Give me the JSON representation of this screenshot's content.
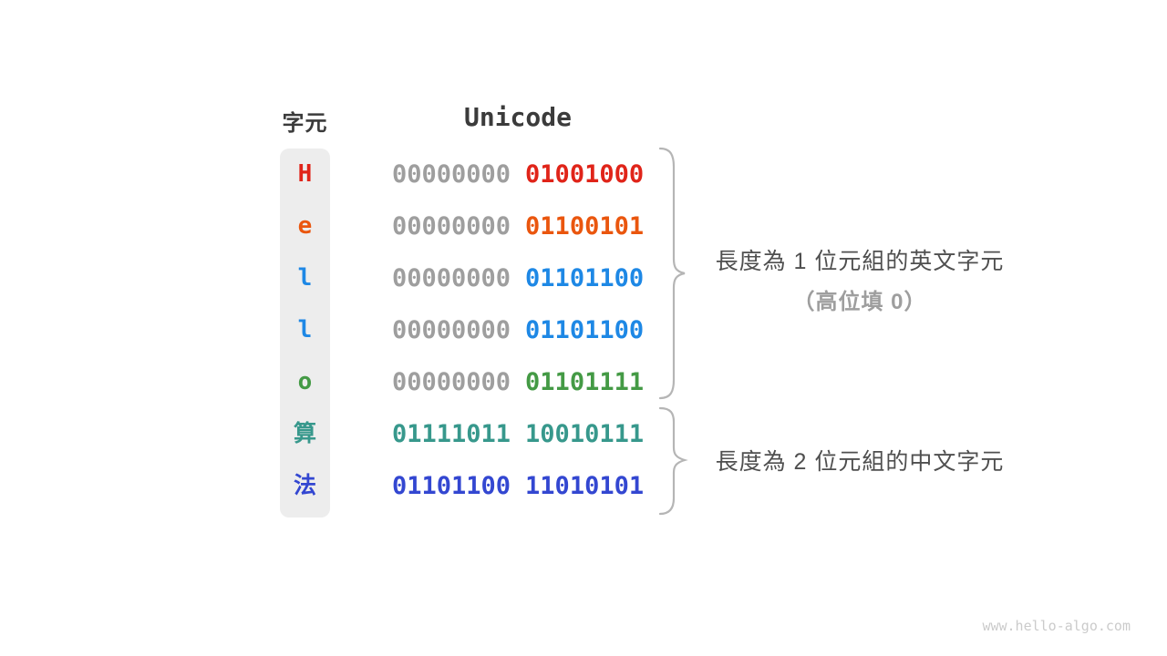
{
  "header": {
    "char_column": "字元",
    "unicode_column": "Unicode"
  },
  "rows": [
    {
      "char": "H",
      "high_byte": "00000000",
      "low_byte": "01001000",
      "char_color": "#e02419",
      "high_color": "#9e9e9e",
      "low_color": "#e02419"
    },
    {
      "char": "e",
      "high_byte": "00000000",
      "low_byte": "01100101",
      "char_color": "#ea560e",
      "high_color": "#9e9e9e",
      "low_color": "#ea560e"
    },
    {
      "char": "l",
      "high_byte": "00000000",
      "low_byte": "01101100",
      "char_color": "#1e88e5",
      "high_color": "#9e9e9e",
      "low_color": "#1e88e5"
    },
    {
      "char": "l",
      "high_byte": "00000000",
      "low_byte": "01101100",
      "char_color": "#1e88e5",
      "high_color": "#9e9e9e",
      "low_color": "#1e88e5"
    },
    {
      "char": "o",
      "high_byte": "00000000",
      "low_byte": "01101111",
      "char_color": "#449a45",
      "high_color": "#9e9e9e",
      "low_color": "#449a45"
    },
    {
      "char": "算",
      "high_byte": "01111011",
      "low_byte": "10010111",
      "char_color": "#37988c",
      "high_color": "#37988c",
      "low_color": "#37988c"
    },
    {
      "char": "法",
      "high_byte": "01101100",
      "low_byte": "11010101",
      "char_color": "#3347d1",
      "high_color": "#3347d1",
      "low_color": "#3347d1"
    }
  ],
  "annotations": {
    "english_group": {
      "line1": "長度為 1 位元組的英文字元",
      "line2": "（高位填 0）"
    },
    "chinese_group": {
      "line1": "長度為 2 位元組的中文字元"
    }
  },
  "watermark": "www.hello-algo.com",
  "colors": {
    "header_text": "#3b3b3b",
    "gray_bits": "#9e9e9e",
    "brace": "#b5b5b5",
    "annotation_text": "#4f4f4f",
    "annotation_muted": "#9e9e9e",
    "column_background": "#ededed",
    "watermark": "#cbcbcb"
  }
}
